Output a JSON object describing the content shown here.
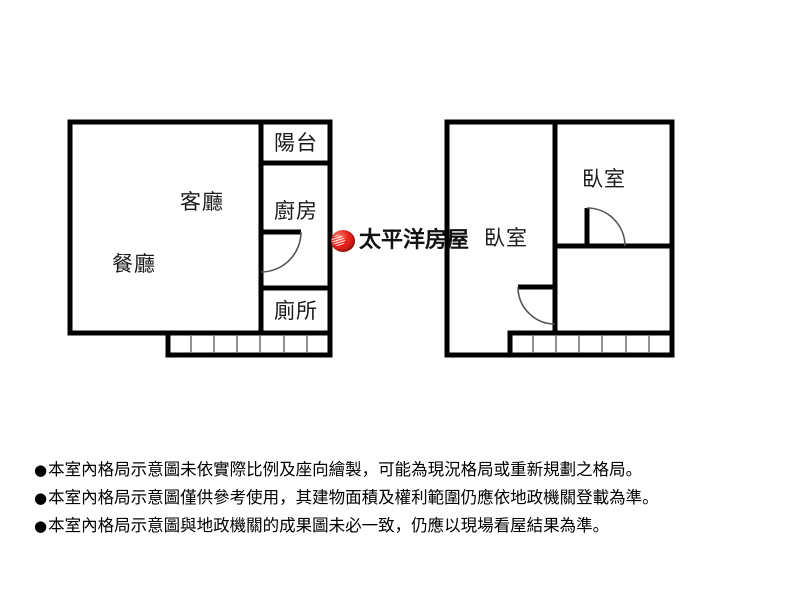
{
  "document": {
    "type": "real-estate-floor-plan",
    "brand": {
      "logo_icon": "pacific-housing-globe-icon",
      "name": "太平洋房屋",
      "logo_color": "#e8231c"
    }
  },
  "plans": [
    {
      "id": "lower-floor",
      "rooms": [
        {
          "key": "living",
          "label": "客廳"
        },
        {
          "key": "dining",
          "label": "餐廳"
        },
        {
          "key": "balcony",
          "label": "陽台"
        },
        {
          "key": "kitchen",
          "label": "廚房"
        },
        {
          "key": "toilet",
          "label": "廁所"
        }
      ],
      "stair_treads": 7,
      "doors": 1
    },
    {
      "id": "upper-floor",
      "rooms": [
        {
          "key": "bedroom-1",
          "label": "臥室"
        },
        {
          "key": "bedroom-2",
          "label": "臥室"
        }
      ],
      "stair_treads": 7,
      "doors": 2
    }
  ],
  "notes": {
    "bullet": "●",
    "lines": [
      "本室內格局示意圖未依實際比例及座向繪製，可能為現況格局或重新規劃之格局。",
      "本室內格局示意圖僅供參考使用，其建物面積及權利範圍仍應依地政機關登載為準。",
      "本室內格局示意圖與地政機關的成果圖未必一致，仍應以現場看屋結果為準。"
    ]
  },
  "style": {
    "wall_color": "#000000",
    "background": "#ffffff",
    "text_color": "#1a1a1a"
  }
}
